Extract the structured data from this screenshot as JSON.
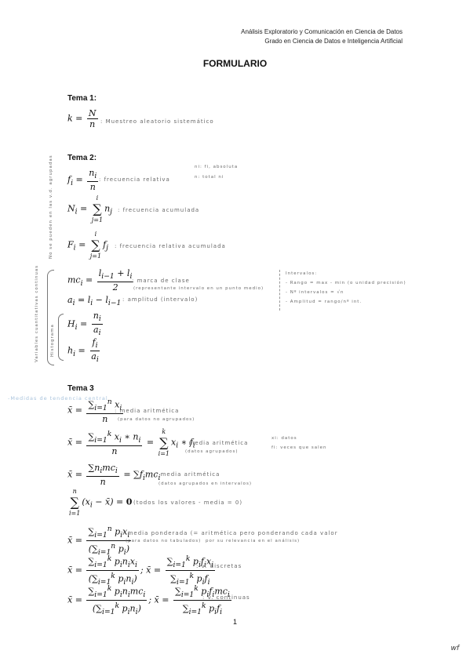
{
  "header": {
    "line1": "Análisis Exploratorio y Comunicación en Ciencia de Datos",
    "line2": "Grado en Ciencia de Datos e Inteligencia Artificial"
  },
  "title": "FORMULARIO",
  "tema1": {
    "heading": "Tema 1:",
    "note_k": ": Muestreo aleatorio sistemático"
  },
  "tema2": {
    "heading": "Tema 2:",
    "note_fi": ": frecuencia relativa",
    "side_ni": "ni: fi, absoluta",
    "side_n": "n: total ni",
    "note_Ni": ": frecuencia acumulada",
    "note_Fi": ": frecuencia relativa acumulada",
    "vert_note": "No se pueden en las v.d. agrupadas",
    "note_mci": ": marca de clase",
    "note_mci_sub": "(representante intervalo en un punto medio)",
    "note_ai": ": amplitud (intervalo)",
    "vert_cont": "Variables cuantitativas continuas",
    "vert_hist": "Histograma",
    "intervalos": [
      "Intervalos:",
      "- Rango = max - min (o unidad precisión)",
      "- Nº intervalos = √n",
      "- Amplitud = rango/nº int."
    ]
  },
  "tema3": {
    "heading": "Tema 3",
    "blue_note": "-Medidas de tendencia central",
    "note_media1": ": media aritmética",
    "note_media1_sub": "(para datos no agrupados)",
    "note_media2": ": media aritmética",
    "note_media2_sub": "(datos agrupados)",
    "note_xi": "xi: datos",
    "note_fi": "fi: veces que salen",
    "note_media3": ": media aritmética",
    "note_media3_sub": "(datos agrupados en intervalos)",
    "note_sum": "(todos los valores - media = 0)",
    "note_pond": ": media ponderada (= aritmética pero ponderando cada valor",
    "note_pond_sub": "(para datos no tabulados)",
    "note_pond_sub2": "por su relevancia en el análisis)",
    "note_disc": ": v. discretas",
    "note_cont": ": v. continuas"
  },
  "page_number": "1",
  "watermark": "wf"
}
